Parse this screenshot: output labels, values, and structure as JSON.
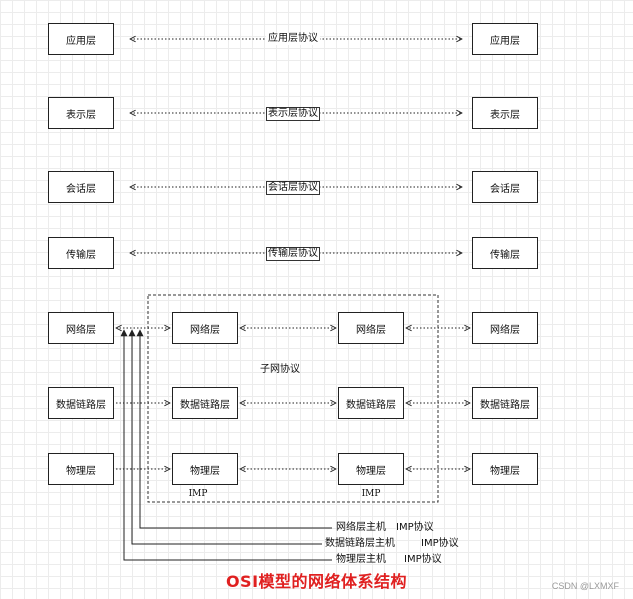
{
  "host_layers": [
    "应用层",
    "表示层",
    "会话层",
    "传输层",
    "网络层",
    "数据链路层",
    "物理层"
  ],
  "peer_protocols": [
    "应用层协议",
    "表示层协议",
    "会话层协议",
    "传输层协议"
  ],
  "subnet": {
    "label": "子网协议",
    "imp_columns": [
      {
        "layers": [
          "网络层",
          "数据链路层",
          "物理层"
        ],
        "name": "IMP"
      },
      {
        "layers": [
          "网络层",
          "数据链路层",
          "物理层"
        ],
        "name": "IMP"
      }
    ]
  },
  "legend": [
    {
      "host": "网络层主机",
      "imp": "IMP协议"
    },
    {
      "host": "数据链路层主机",
      "imp": "IMP协议"
    },
    {
      "host": "物理层主机",
      "imp": "IMP协议"
    }
  ],
  "caption": "OSI模型的网络体系结构",
  "watermark": "CSDN @LXMXF"
}
